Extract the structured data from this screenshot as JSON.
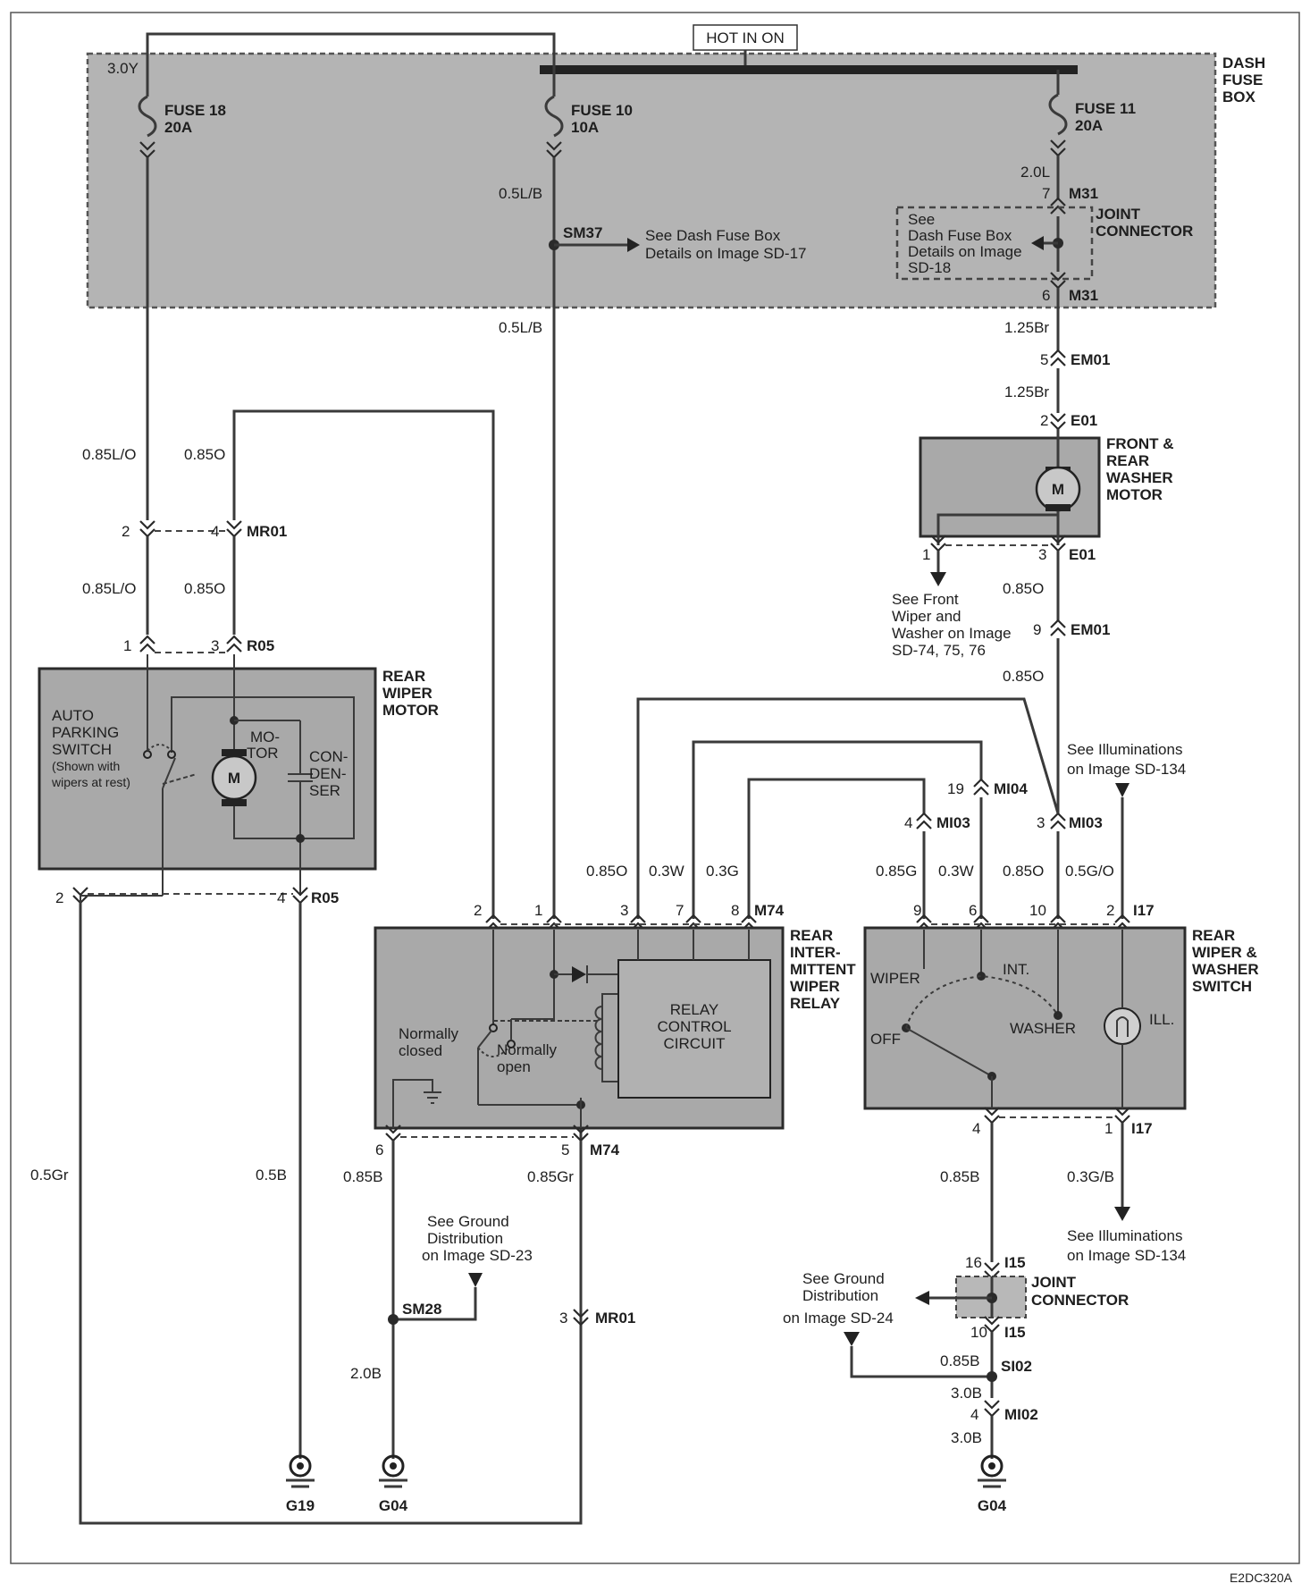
{
  "diagram": {
    "hot_in_on": "HOT IN ON",
    "dash_fuse_box": [
      "DASH",
      "FUSE",
      "BOX"
    ],
    "fuse18": {
      "name": "FUSE 18",
      "amp": "20A"
    },
    "fuse10": {
      "name": "FUSE 10",
      "amp": "10A"
    },
    "fuse11": {
      "name": "FUSE 11",
      "amp": "20A"
    },
    "joint_connector_top": [
      "JOINT",
      "CONNECTOR"
    ],
    "sm37_note": [
      "See Dash Fuse Box",
      "Details on Image SD-17"
    ],
    "jc_note": [
      "See",
      "Dash Fuse Box",
      "Details on Image",
      "SD-18"
    ],
    "rear_wiper_motor": [
      "REAR",
      "WIPER",
      "MOTOR"
    ],
    "auto_parking": [
      "AUTO",
      "PARKING",
      "SWITCH",
      "(Shown with",
      "wipers at rest)"
    ],
    "motor_label": [
      "MO-",
      "TOR"
    ],
    "condenser": [
      "CON-",
      "DEN-",
      "SER"
    ],
    "m": "M",
    "washer_motor": [
      "FRONT &",
      "REAR",
      "WASHER",
      "MOTOR"
    ],
    "front_wiper_note": [
      "See Front",
      "Wiper and",
      "Washer  on Image",
      "SD-74, 75, 76"
    ],
    "illum_note_top": [
      "See Illuminations",
      "on Image SD-134"
    ],
    "illum_note_bottom": [
      "See Illuminations",
      "on Image SD-134"
    ],
    "relay_title": [
      "REAR",
      "INTER-",
      "MITTENT",
      "WIPER",
      "RELAY"
    ],
    "relay_circuit": [
      "RELAY",
      "CONTROL",
      "CIRCUIT"
    ],
    "normally_closed": [
      "Normally",
      "closed"
    ],
    "normally_open": [
      "Normally",
      "open"
    ],
    "switch_title": [
      "REAR",
      "WIPER &",
      "WASHER",
      "SWITCH"
    ],
    "sw_wiper": "WIPER",
    "sw_off": "OFF",
    "sw_int": "INT.",
    "sw_washer": "WASHER",
    "sw_ill": "ILL.",
    "ground_note_left": [
      "See Ground",
      "Distribution",
      "on Image SD-23"
    ],
    "ground_note_right": [
      "See Ground",
      "Distribution",
      "on Image SD-24"
    ],
    "joint_connector_bottom": [
      "JOINT",
      "CONNECTOR"
    ],
    "grounds": {
      "g19": "G19",
      "g04a": "G04",
      "g04b": "G04"
    },
    "code": "E2DC320A",
    "wires": {
      "w30y": "3.0Y",
      "w05lb_a": "0.5L/B",
      "w05lb_b": "0.5L/B",
      "w20l": "2.0L",
      "w125br_a": "1.25Br",
      "w125br_b": "1.25Br",
      "w085lo_a": "0.85L/O",
      "w085o_a": "0.85O",
      "w085lo_b": "0.85L/O",
      "w085o_b": "0.85O",
      "w085o_c": "0.85O",
      "w085o_d": "0.85O",
      "r085o": "0.85O",
      "r03w": "0.3W",
      "r03g": "0.3G",
      "s085g": "0.85G",
      "s03w": "0.3W",
      "s085o": "0.85O",
      "s05go": "0.5G/O",
      "w05gr": "0.5Gr",
      "w05b": "0.5B",
      "w085b_a": "0.85B",
      "w085gr": "0.85Gr",
      "w20b": "2.0B",
      "w085b_b": "0.85B",
      "w03gb": "0.3G/B",
      "w085b_c": "0.85B",
      "w30b_a": "3.0B",
      "w30b_b": "3.0B"
    },
    "connectors": {
      "m31a_pin": "7",
      "m31a": "M31",
      "m31b_pin": "6",
      "m31b": "M31",
      "sm37": "SM37",
      "em01a_pin": "5",
      "em01a": "EM01",
      "e01a_pin": "2",
      "e01a": "E01",
      "e01b_pin1": "1",
      "e01b_pin3": "3",
      "e01b": "E01",
      "em01b_pin": "9",
      "em01b": "EM01",
      "mr01a_pin2": "2",
      "mr01a_pin4": "4",
      "mr01a": "MR01",
      "r05a_pin1": "1",
      "r05a_pin3": "3",
      "r05a": "R05",
      "r05b_pin2": "2",
      "r05b_pin4": "4",
      "r05b": "R05",
      "mi04_pin": "19",
      "mi04": "MI04",
      "mi03a_pin": "4",
      "mi03a": "MI03",
      "mi03b_pin": "3",
      "mi03b": "MI03",
      "m74a_p2": "2",
      "m74a_p1": "1",
      "m74a_p3": "3",
      "m74a_p7": "7",
      "m74a_p8": "8",
      "m74a": "M74",
      "i17a_p9": "9",
      "i17a_p6": "6",
      "i17a_p10": "10",
      "i17a_p2": "2",
      "i17a": "I17",
      "m74b_p6": "6",
      "m74b_p5": "5",
      "m74b": "M74",
      "i17b_p4": "4",
      "i17b_p1": "1",
      "i17b": "I17",
      "sm28": "SM28",
      "mr01b_pin": "3",
      "mr01b": "MR01",
      "i15a_pin": "16",
      "i15a": "I15",
      "i15b_pin": "10",
      "i15b": "I15",
      "si02": "SI02",
      "mi02_pin": "4",
      "mi02": "MI02"
    }
  }
}
